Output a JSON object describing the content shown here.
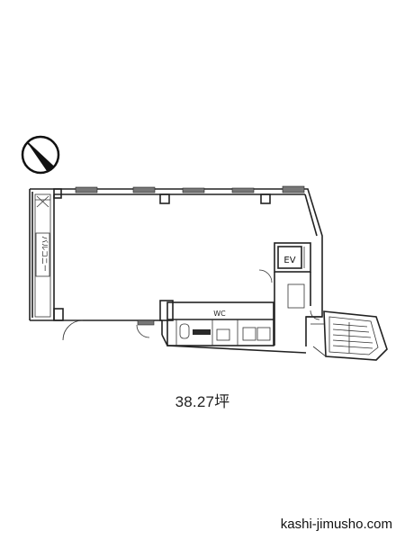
{
  "plan": {
    "area_label": "38.27坪",
    "balcony_label": "バルコニー",
    "ev_label": "EV",
    "wc_label": "WC"
  },
  "footer": {
    "site": "kashi-jimusho.com"
  },
  "icons": {
    "compass": "north-arrow-icon"
  }
}
